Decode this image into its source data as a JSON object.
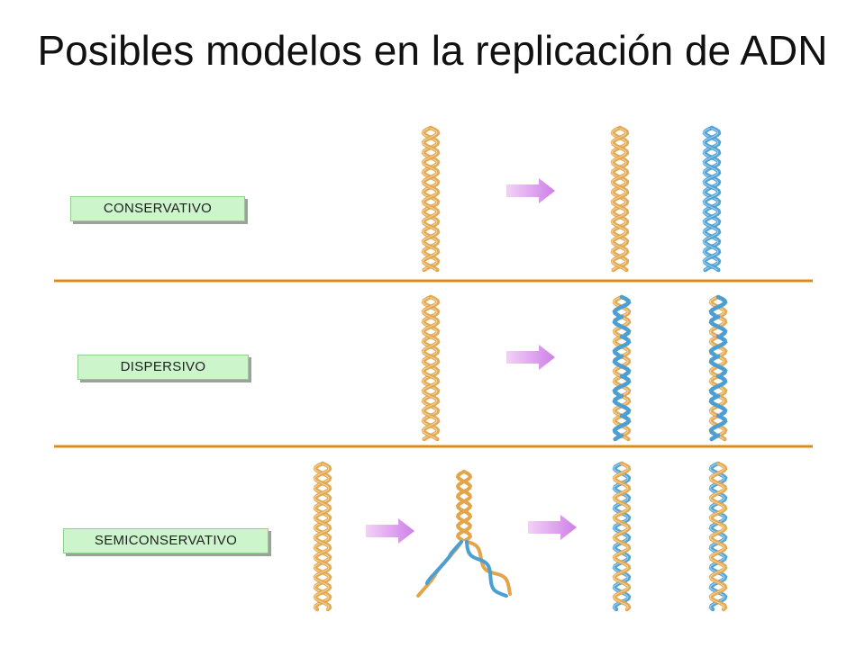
{
  "title": "Posibles modelos en la replicación de ADN",
  "models": [
    {
      "label": "CONSERVATIVO"
    },
    {
      "label": "DISPERSIVO"
    },
    {
      "label": "SEMICONSERVATIVO"
    }
  ],
  "colors": {
    "parental_strand": "#e2a54a",
    "new_strand": "#4a9fd4",
    "arrow": "#d894ec",
    "label_bg": "#ccf5cc",
    "divider": "#d98c1d"
  }
}
